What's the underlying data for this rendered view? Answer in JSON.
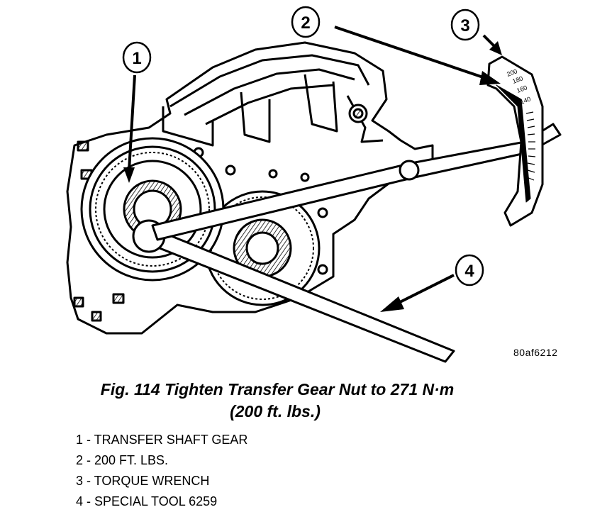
{
  "figure": {
    "image_id": "80af6212",
    "callouts": [
      "1",
      "2",
      "3",
      "4"
    ],
    "scale_marks": [
      "200",
      "180",
      "160",
      "140"
    ]
  },
  "caption": {
    "line1": "Fig. 114 Tighten Transfer Gear Nut to 271 N·m",
    "line2": "(200 ft. lbs.)"
  },
  "legend": [
    "1 - TRANSFER SHAFT GEAR",
    "2 - 200 FT. LBS.",
    "3 - TORQUE WRENCH",
    "4 - SPECIAL TOOL 6259"
  ]
}
